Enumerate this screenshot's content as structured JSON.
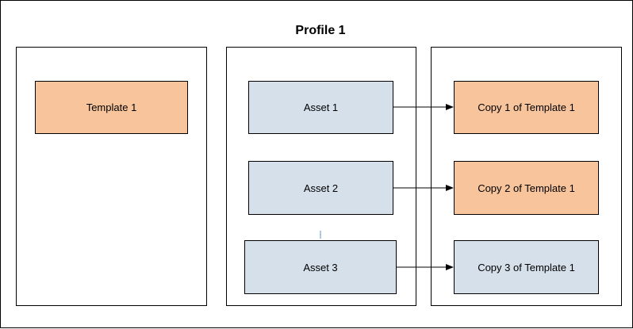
{
  "diagram": {
    "title": "Profile 1",
    "templates_column": [
      {
        "label": "Template 1"
      }
    ],
    "assets_column": [
      {
        "label": "Asset 1"
      },
      {
        "label": "Asset 2"
      },
      {
        "label": "Asset 3"
      }
    ],
    "copies_column": [
      {
        "label": "Copy 1 of Template 1",
        "fill": "#f8c49c"
      },
      {
        "label": "Copy 2 of Template 1",
        "fill": "#f8c49c"
      },
      {
        "label": "Copy 3 of Template 1",
        "fill": "#d6e0ea"
      }
    ],
    "colors": {
      "template_fill": "#f8c49c",
      "asset_fill": "#d6e0ea",
      "line": "#000000",
      "stray_tick": "#5b8fc7"
    }
  }
}
